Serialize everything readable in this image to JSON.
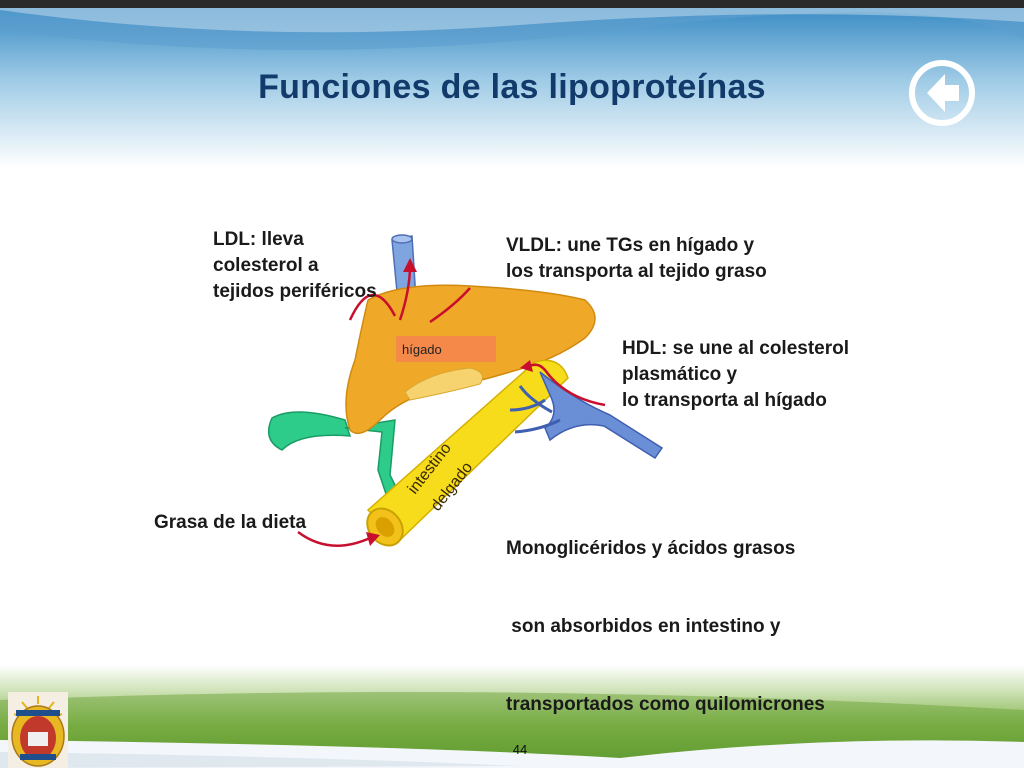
{
  "slide": {
    "title": "Funciones de las lipoproteínas",
    "page_number": "44"
  },
  "diagram": {
    "organs": {
      "liver": "hígado",
      "intestine_line1": "intestino",
      "intestine_line2": "delgado"
    },
    "annotations": {
      "ldl": [
        "LDL: lleva",
        "colesterol a",
        "tejidos periféricos"
      ],
      "vldl": [
        "VLDL: une TGs en hígado y",
        "los transporta al tejido graso"
      ],
      "hdl": [
        "HDL: se une al colesterol",
        "plasmático y",
        "lo transporta al hígado"
      ],
      "diet": [
        "Grasa de la dieta"
      ],
      "mono": [
        "Monoglicéridos y ácidos grasos",
        " son absorbidos en intestino y",
        "transportados como quilomicrones"
      ]
    }
  },
  "colors": {
    "title": "#123b6b",
    "liver": "#f0a828",
    "intestine": "#f7dc1c",
    "bile": "#22cc88",
    "vessel": "#6a8fd6",
    "arrow": "#c8102e"
  },
  "icons": {
    "back": "back-arrow-icon",
    "logo": "university-seal-icon"
  }
}
